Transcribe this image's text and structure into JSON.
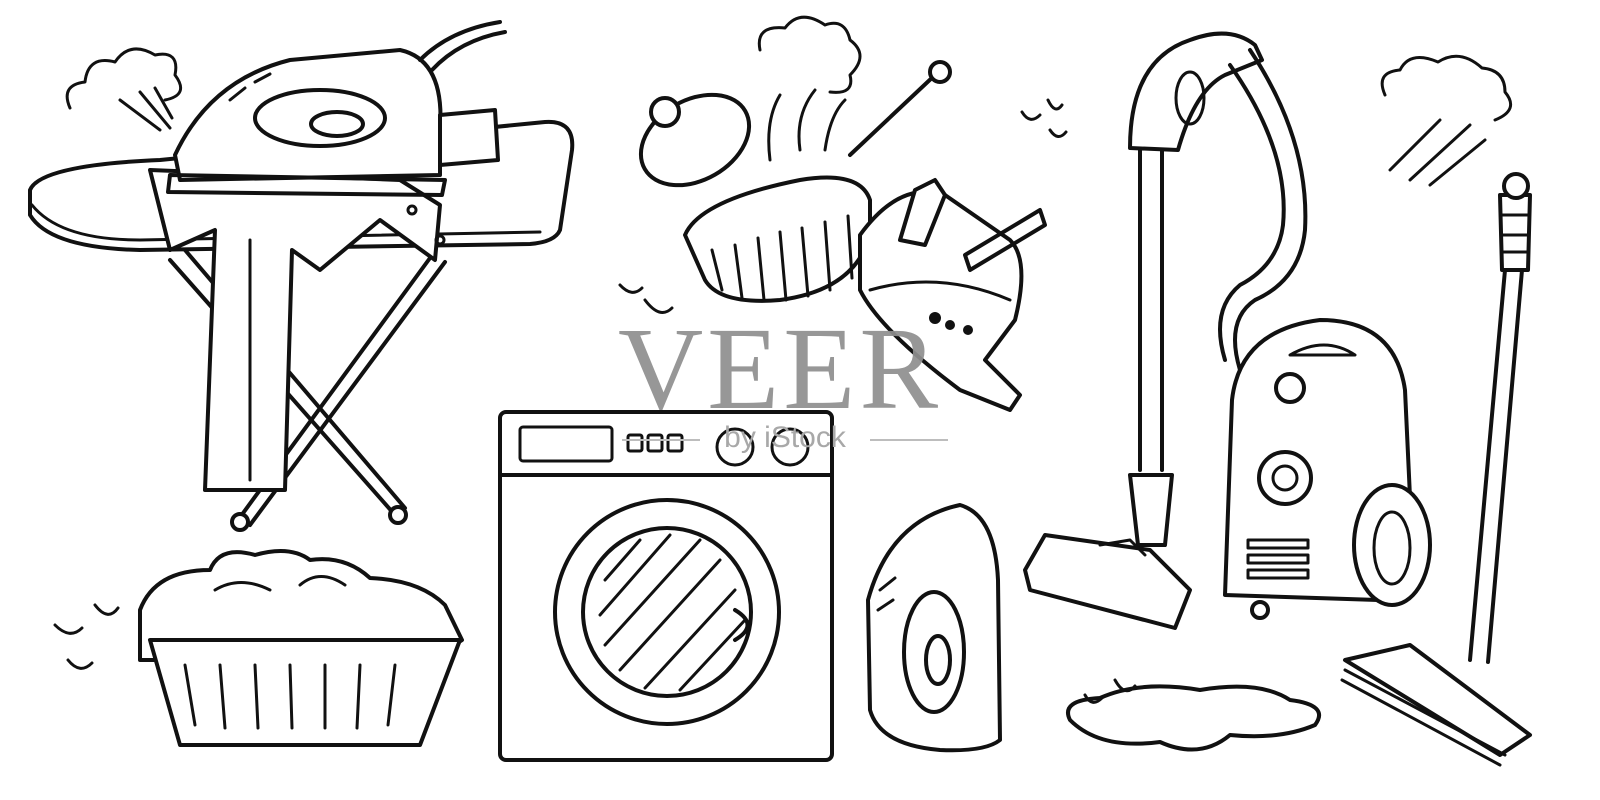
{
  "watermark": {
    "brand": "VEER",
    "sub": "by iStock",
    "color": "#8f8f8f"
  },
  "illustration": {
    "style": "black line-art doodles on white",
    "ink_color": "#111111",
    "background_color": "#ffffff"
  }
}
